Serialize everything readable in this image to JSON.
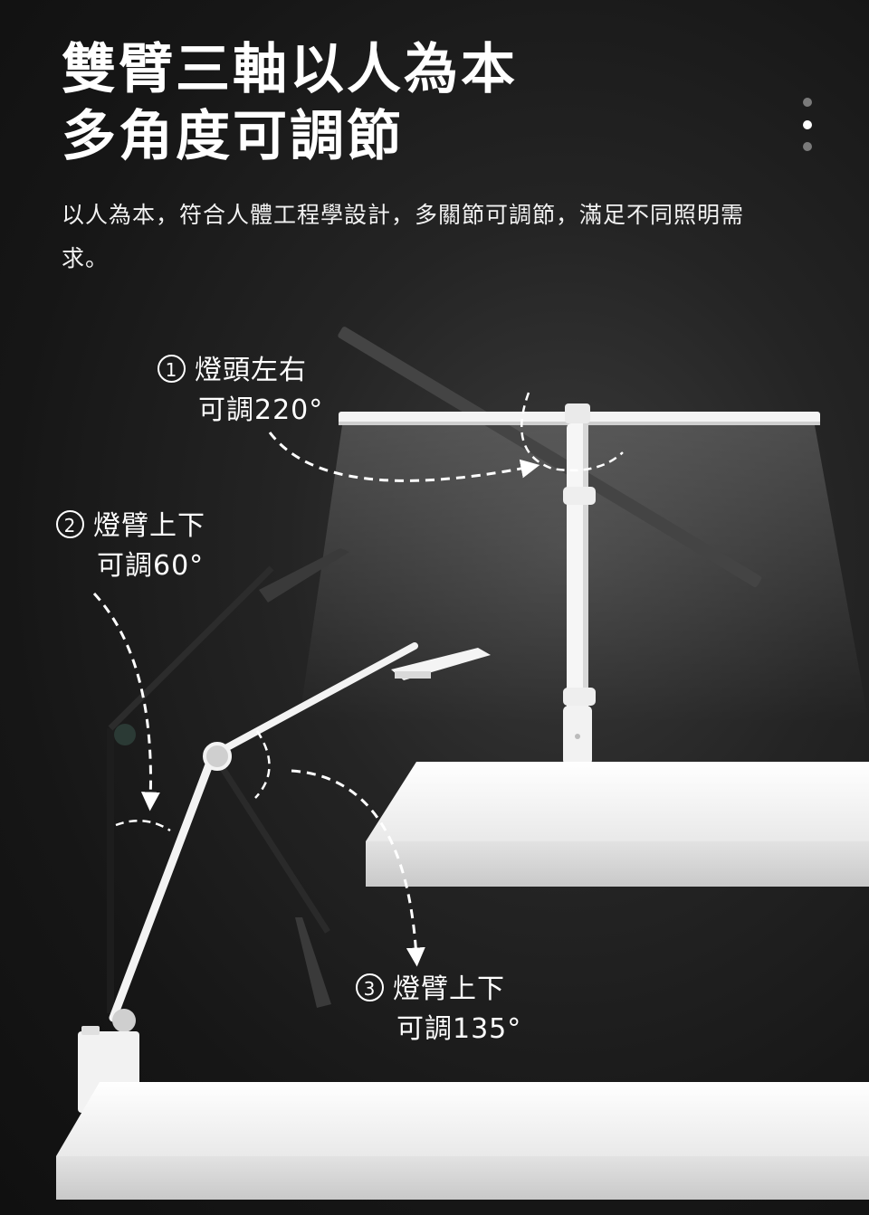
{
  "headline": {
    "line1": "雙臂三軸以人為本",
    "line2": "多角度可調節"
  },
  "description": "以人為本，符合人體工程學設計，多關節可調節，滿足不同照明需求。",
  "pager": {
    "total": 3,
    "active_index": 1
  },
  "labels": [
    {
      "number": "1",
      "line1": "燈頭左右",
      "line2": "可調220°"
    },
    {
      "number": "2",
      "line1": "燈臂上下",
      "line2": "可調60°"
    },
    {
      "number": "3",
      "line1": "燈臂上下",
      "line2": "可調135°"
    }
  ],
  "colors": {
    "background": "#161616",
    "text": "#ffffff",
    "lamp_white": "#f4f4f4",
    "lamp_dark": "#2a2a2a",
    "table": "#f6f6f6"
  }
}
